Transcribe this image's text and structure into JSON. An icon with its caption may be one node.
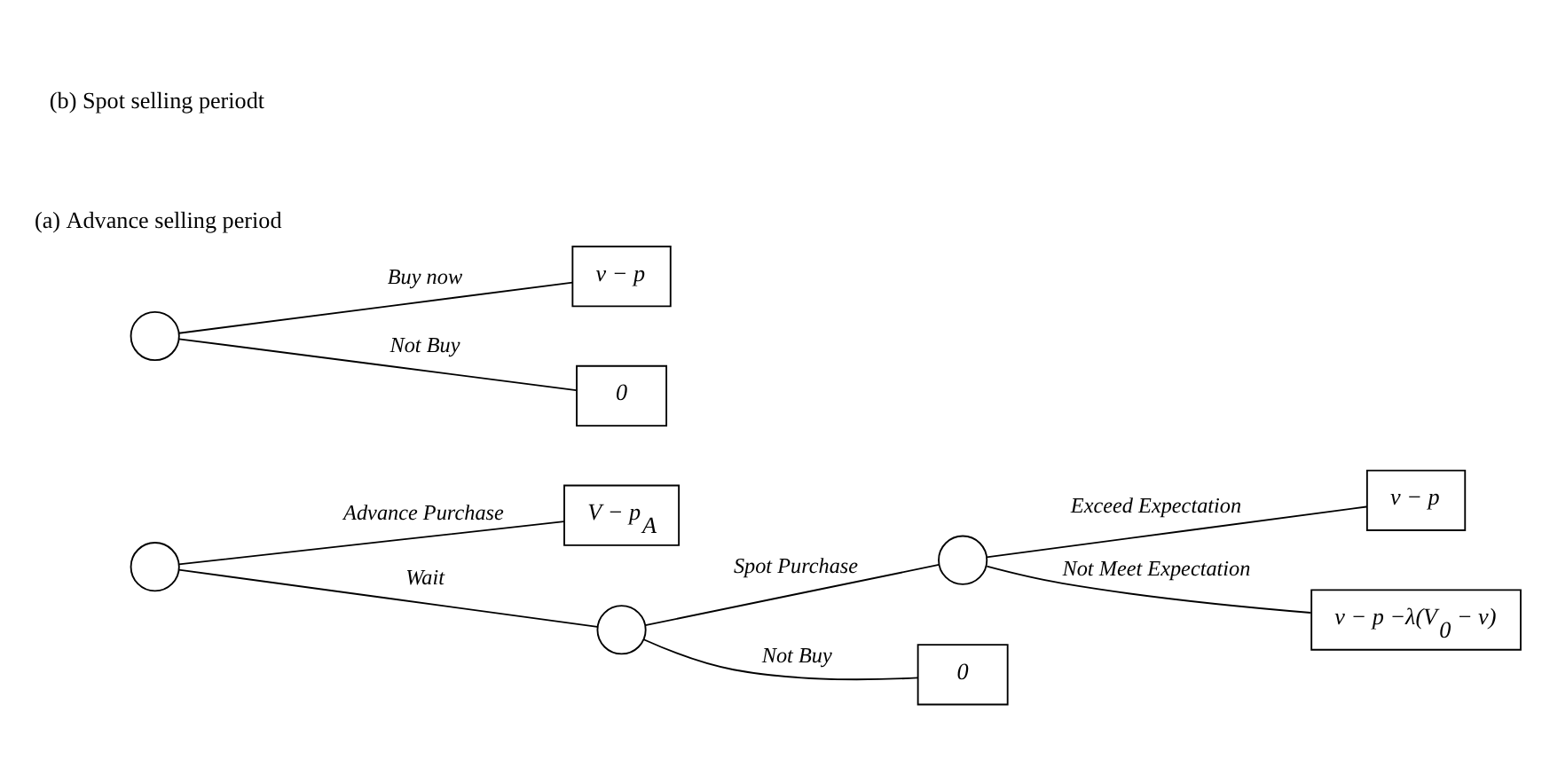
{
  "diagram": {
    "nodes": [
      {
        "text": [],
        "shape": "circle"
      },
      {
        "text": [
          "V − p$_{A}$"
        ]
      },
      {
        "text": [],
        "shape": "circle"
      },
      {
        "text": [],
        "shape": "circle"
      },
      {
        "text": [
          "v − p"
        ]
      },
      {
        "text": [
          "v − p −λ(V$_{0}$ − v)"
        ]
      },
      {
        "text": [
          "0"
        ]
      },
      {
        "text": [],
        "shape": "circle"
      },
      {
        "text": [
          "v − p"
        ]
      },
      {
        "text": [
          "0"
        ]
      }
    ],
    "edges": [
      {
        "from": 0,
        "to": 1,
        "arrow": "none",
        "label": "Advance Purchase"
      },
      {
        "from": 0,
        "to": 2,
        "arrow": "none",
        "label": "Wait"
      },
      {
        "from": 2,
        "to": 3,
        "arrow": "none",
        "label": "Spot Purchase"
      },
      {
        "from": 3,
        "to": 4,
        "arrow": "none",
        "label": "Exceed Expectation"
      },
      {
        "from": 3,
        "to": 5,
        "arrow": "none",
        "label": "Not Meet Expectation"
      },
      {
        "from": 2,
        "to": 6,
        "arrow": "none",
        "label": "Not Buy"
      },
      {
        "from": 7,
        "to": 8,
        "arrow": "none",
        "label": "Buy now"
      },
      {
        "from": 7,
        "to": 9,
        "arrow": "none",
        "label": "Not Buy"
      }
    ],
    "labels": [
      "(a) Advance selling period",
      "(b) Spot selling periodt"
    ]
  }
}
